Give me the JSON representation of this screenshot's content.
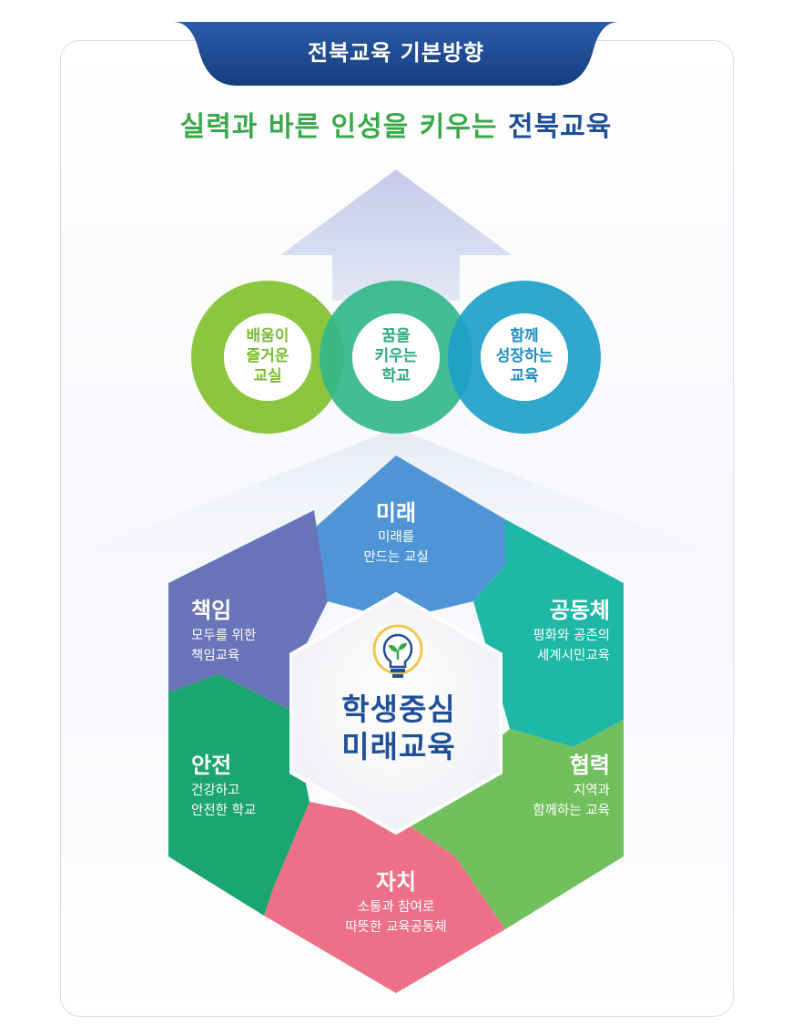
{
  "header": {
    "title": "전북교육 기본방향"
  },
  "vision": {
    "part1": "실력과 바른 인성을 키우는 ",
    "part2": "전북교육"
  },
  "rings": [
    {
      "line1": "배움이",
      "line2": "즐거운",
      "line3": "교실",
      "color": "#8cc63e"
    },
    {
      "line1": "꿈을",
      "line2": "키우는",
      "line3": "학교",
      "color": "#34b78a"
    },
    {
      "line1": "함께",
      "line2": "성장하는",
      "line3": "교육",
      "color": "#1ea0c8"
    }
  ],
  "segments": {
    "future": {
      "title": "미래",
      "desc1": "미래를",
      "desc2": "만드는 교실",
      "color": "#4f95d6"
    },
    "community": {
      "title": "공동체",
      "desc1": "평화와 공존의",
      "desc2": "세계시민교육",
      "color": "#1fb8a6"
    },
    "cooperation": {
      "title": "협력",
      "desc1": "지역과",
      "desc2": "함께하는 교육",
      "color": "#72bf5e"
    },
    "autonomy": {
      "title": "자치",
      "desc1": "소통과 참여로",
      "desc2": "따뜻한 교육공동체",
      "color": "#ee7088"
    },
    "safety": {
      "title": "안전",
      "desc1": "건강하고",
      "desc2": "안전한 학교",
      "color": "#1aa571"
    },
    "responsibility": {
      "title": "책임",
      "desc1": "모두를 위한",
      "desc2": "책임교육",
      "color": "#6a74b8"
    }
  },
  "center": {
    "line1": "학생중심",
    "line2": "미래교육",
    "icon": "lightbulb-sprout-icon"
  }
}
